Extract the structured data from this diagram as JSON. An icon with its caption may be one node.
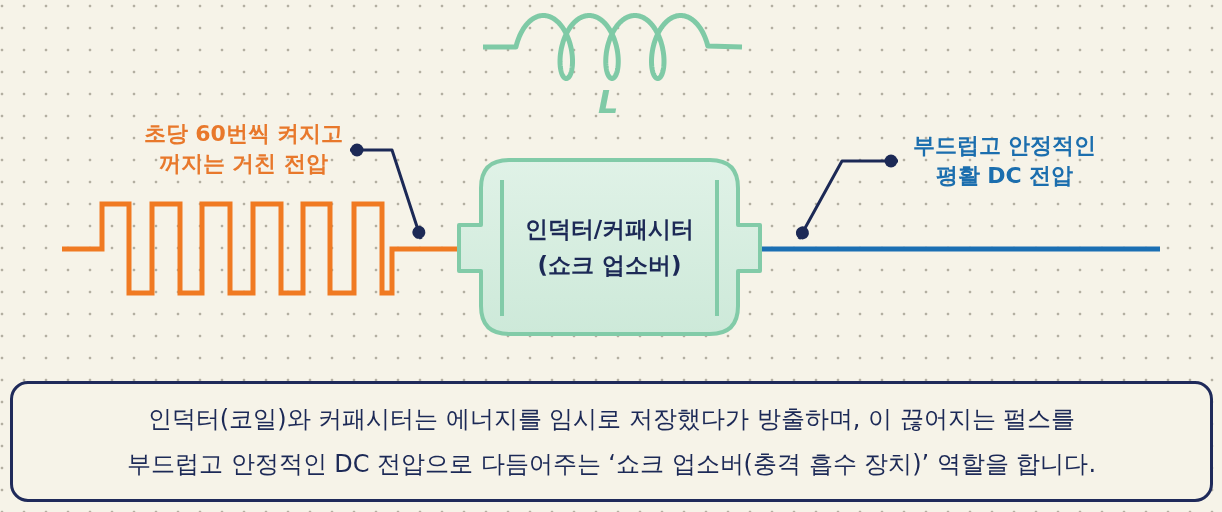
{
  "diagram": {
    "nodes": [
      {
        "text": [
          "초당 60번씩 켜지고 꺼지는 거친 전압"
        ]
      },
      {
        "text": [
          "부드럽고 안정적인 평활 DC 전압"
        ]
      },
      {
        "text": [
          "인덕터/커패시터 (쇼크 업소버)"
        ]
      },
      {
        "text": [
          "인덕터(코일)와 커패시터는 에너지를 임시로 저장했다가 방출하며, 이 끊어지는 펄스를 부드럽고 안정적인 DC 전압으로 다듬어주는 ‘쇼크 업소버(충격 흡수 장치)’ 역할을 합니다."
        ]
      }
    ],
    "edges": [
      {
        "from": null,
        "to": 2,
        "arrow": "none",
        "color": "#f07a22"
      },
      {
        "from": 2,
        "to": null,
        "arrow": "none",
        "color": "#1b6fb3"
      },
      {
        "from": 0,
        "to": null,
        "arrow": "other"
      },
      {
        "from": 1,
        "to": null,
        "arrow": "other"
      }
    ],
    "labels": [
      "L"
    ]
  }
}
